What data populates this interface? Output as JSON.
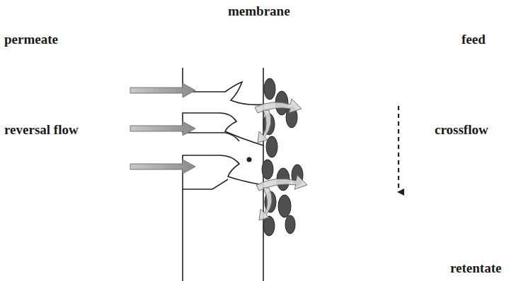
{
  "diagram": {
    "labels": [
      "membrane",
      "permeate",
      "feed",
      "reversal flow",
      "crossflow",
      "retentate"
    ]
  }
}
